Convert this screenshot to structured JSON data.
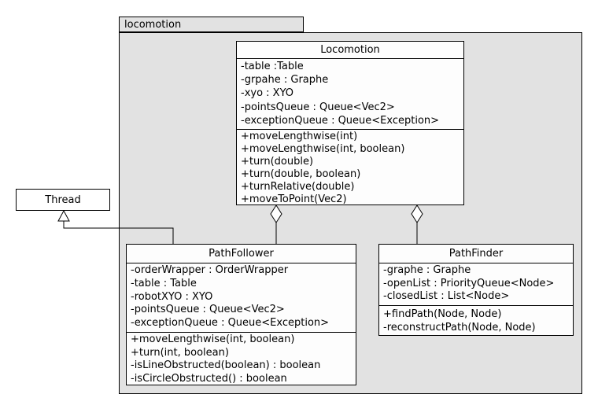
{
  "package": {
    "name": "locomotion",
    "fill": "#e2e2e2"
  },
  "colors": {
    "package_fill": "#e2e2e2",
    "class_fill": "#fdfdfd",
    "border": "#000000",
    "page_background": "#ffffff"
  },
  "classes": {
    "locomotion": {
      "title": "Locomotion",
      "attributes": [
        "-table :Table",
        "-grpahe : Graphe",
        "-xyo : XYO",
        "-pointsQueue : Queue<Vec2>",
        "-exceptionQueue : Queue<Exception>"
      ],
      "methods": [
        "+moveLengthwise(int)",
        "+moveLengthwise(int, boolean)",
        "+turn(double)",
        "+turn(double, boolean)",
        "+turnRelative(double)",
        "+moveToPoint(Vec2)"
      ]
    },
    "pathFollower": {
      "title": "PathFollower",
      "attributes": [
        "-orderWrapper : OrderWrapper",
        "-table : Table",
        "-robotXYO : XYO",
        "-pointsQueue : Queue<Vec2>",
        "-exceptionQueue : Queue<Exception>"
      ],
      "methods": [
        "+moveLengthwise(int, boolean)",
        "+turn(int, boolean)",
        "-isLineObstructed(boolean) : boolean",
        "-isCircleObstructed() : boolean"
      ]
    },
    "pathFinder": {
      "title": "PathFinder",
      "attributes": [
        "-graphe : Graphe",
        "-openList : PriorityQueue<Node>",
        "-closedList : List<Node>"
      ],
      "methods": [
        "+findPath(Node, Node)",
        "-reconstructPath(Node, Node)"
      ]
    },
    "thread": {
      "title": "Thread"
    }
  },
  "relationships": [
    {
      "type": "aggregation",
      "whole": "Locomotion",
      "part": "PathFollower"
    },
    {
      "type": "aggregation",
      "whole": "Locomotion",
      "part": "PathFinder"
    },
    {
      "type": "generalization",
      "parent": "Thread",
      "child": "PathFollower"
    }
  ]
}
